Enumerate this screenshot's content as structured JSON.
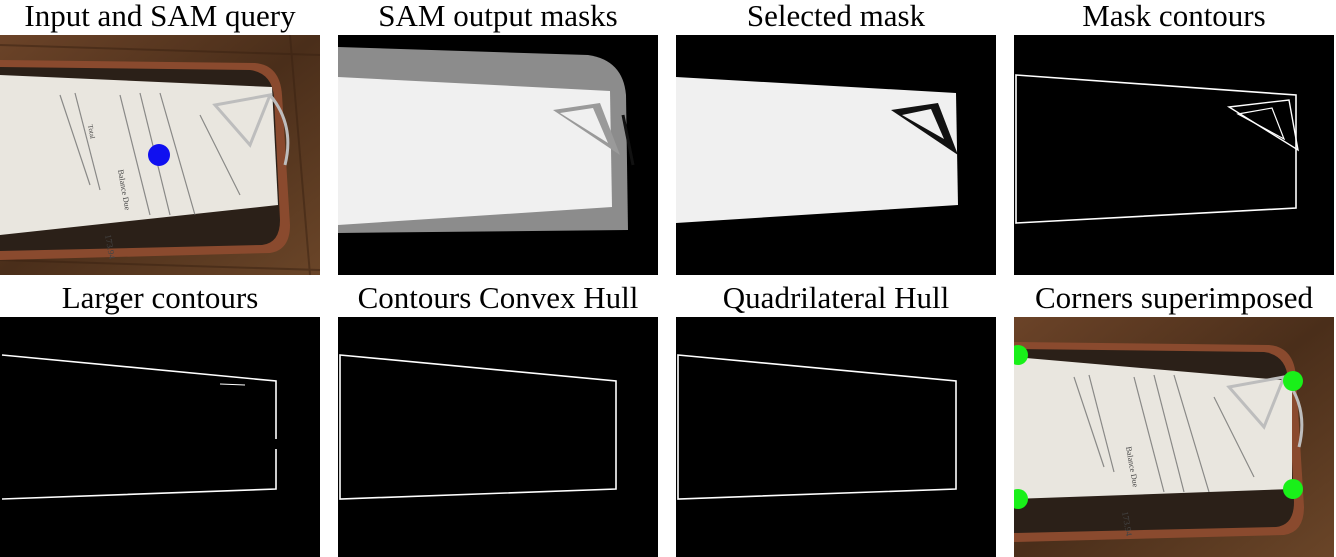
{
  "figure": {
    "panels": [
      {
        "title": "Input and SAM query"
      },
      {
        "title": "SAM output masks"
      },
      {
        "title": "Selected mask"
      },
      {
        "title": "Mask contours"
      },
      {
        "title": "Larger contours"
      },
      {
        "title": "Contours Convex Hull"
      },
      {
        "title": "Quadrilateral Hull"
      },
      {
        "title": "Corners superimposed"
      }
    ],
    "receipt": {
      "balance_label": "Balance Due",
      "balance_value": "173.94",
      "total_label": "Total"
    },
    "colors": {
      "query_point": "#1010f0",
      "corner_markers": "#19f019",
      "mask_background": "#000000",
      "mask_fill": "#f0f0f0",
      "mask_secondary": "#8c8c8c",
      "contour": "#ffffff",
      "wood": "#5a3a22",
      "board": "#8a4a2e",
      "paper": "#e9e6df"
    }
  }
}
